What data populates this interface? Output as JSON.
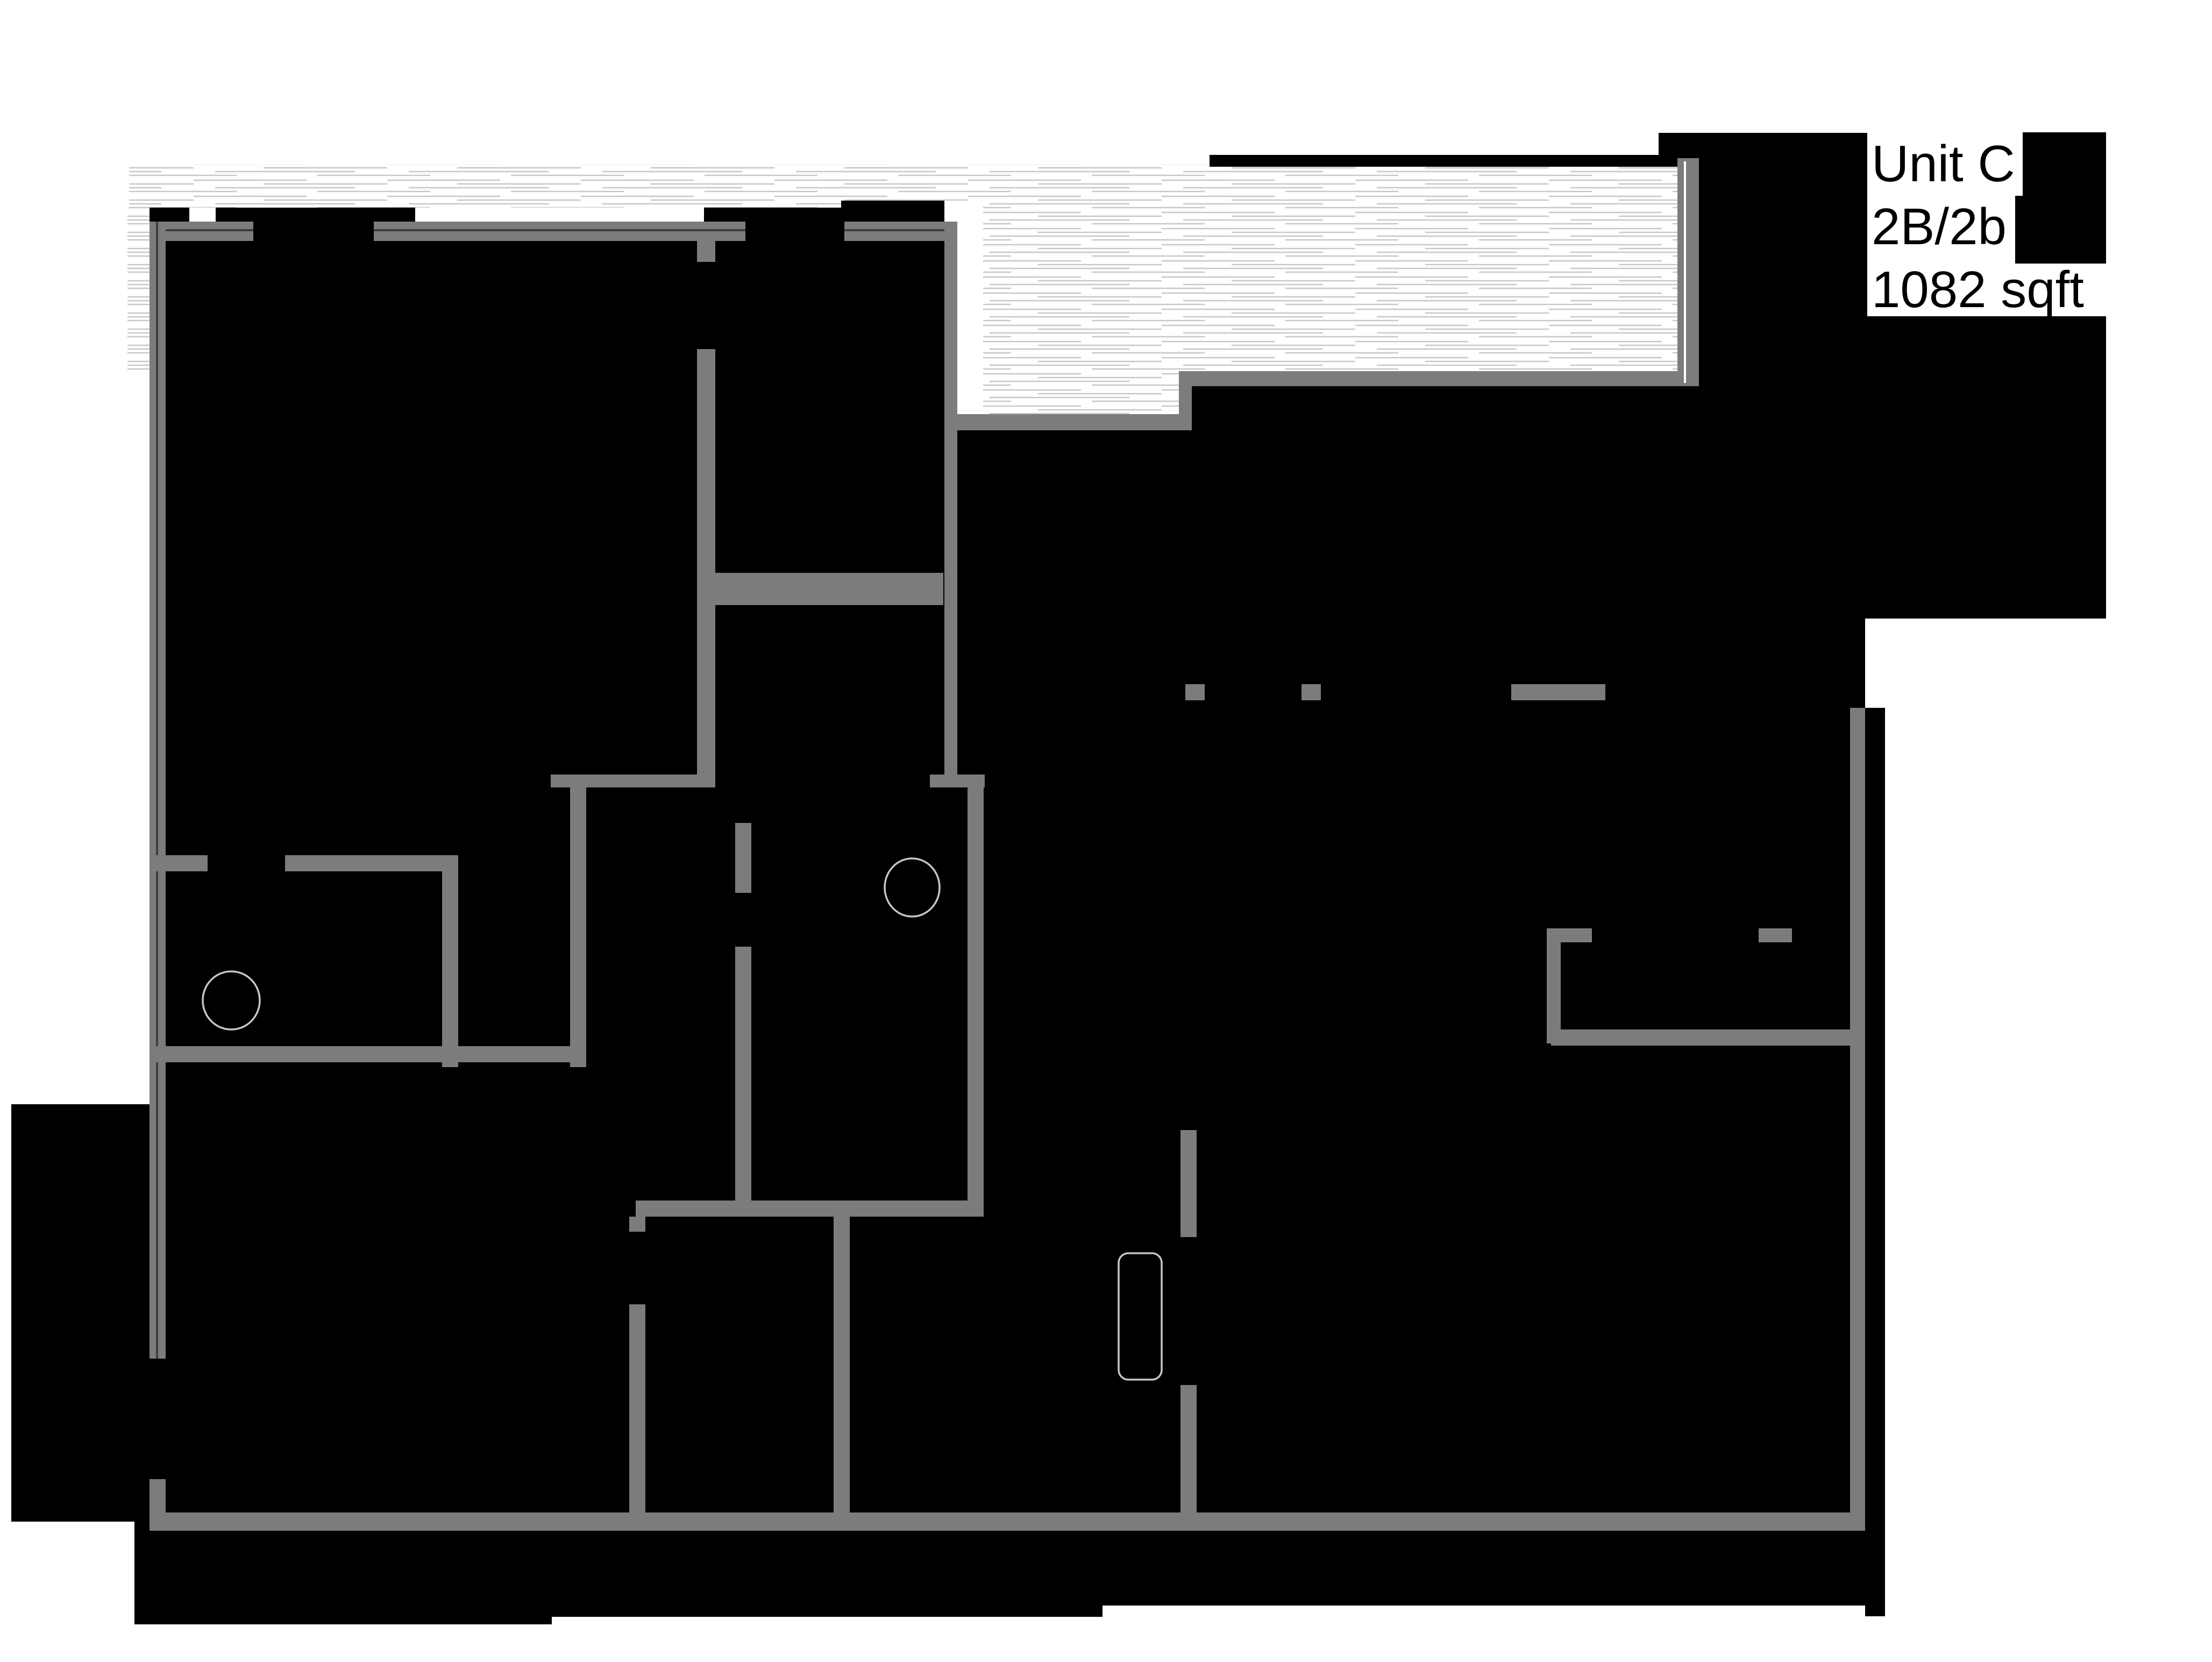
{
  "unit_info": {
    "name": "Unit C",
    "bed_bath": "2B/2b",
    "area": "1082 sqft"
  },
  "colors": {
    "paper": "#ffffff",
    "ink": "#000000",
    "wall": "#7c7c7c",
    "wallDark": "#3f3f3f",
    "hatchLine": "#c8c8c8",
    "fixtureLine": "#c6c6c6"
  },
  "textures": {
    "deck": "hatched-plank-texture"
  },
  "fixtures": [
    {
      "name": "oval-fixture-bath-1"
    },
    {
      "name": "oval-fixture-bath-2"
    },
    {
      "name": "rounded-rect-fixture"
    }
  ]
}
